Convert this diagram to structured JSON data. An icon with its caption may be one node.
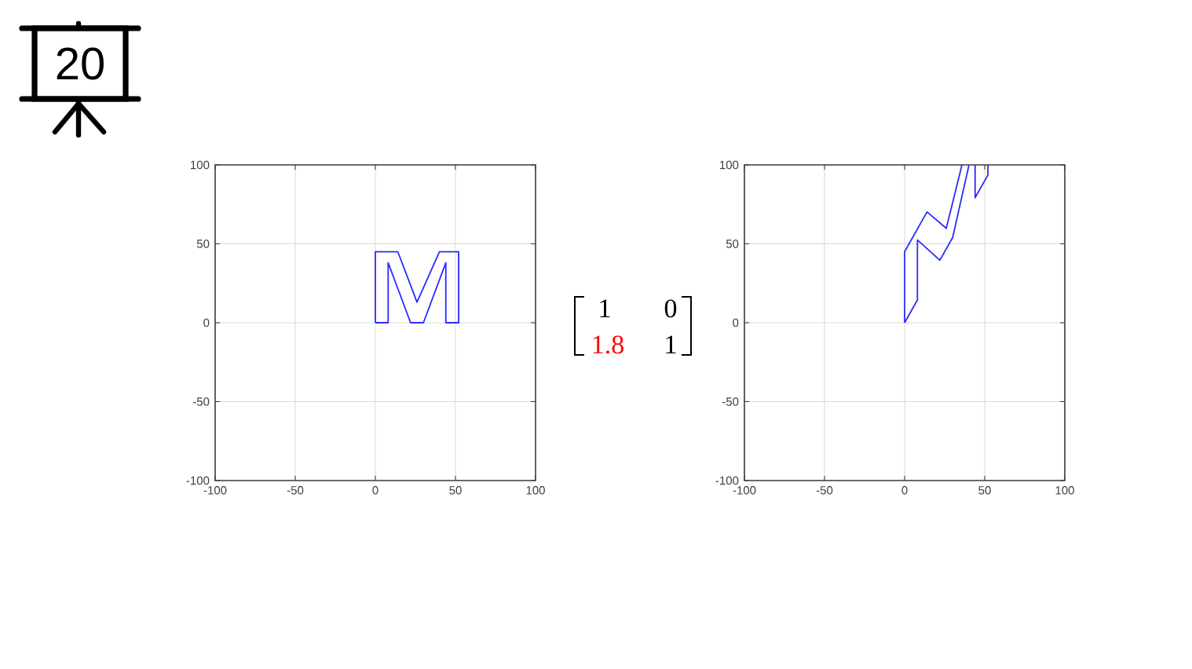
{
  "diagram": {
    "nodes": [
      {
        "text": [
          "20"
        ]
      }
    ],
    "labels": [
      "1",
      "0",
      "1.8",
      "1"
    ],
    "chart_data": [
      {
        "type": "line",
        "xlim": [
          -100,
          100
        ],
        "ylim": [
          -100,
          100
        ],
        "xticks": [
          -100,
          -50,
          0,
          50,
          100
        ],
        "yticks": [
          -100,
          -50,
          0,
          50,
          100
        ],
        "grid": true
      },
      {
        "type": "line",
        "xlim": [
          -100,
          100
        ],
        "ylim": [
          -100,
          100
        ],
        "xticks": [
          -100,
          -50,
          0,
          50,
          100
        ],
        "yticks": [
          -100,
          -50,
          0,
          50,
          100
        ],
        "grid": true
      }
    ]
  }
}
